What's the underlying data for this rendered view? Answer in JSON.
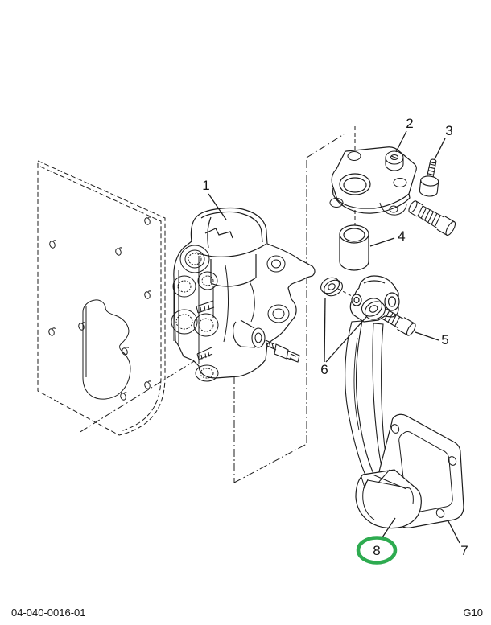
{
  "page": {
    "background": "#ffffff",
    "line_color": "#1c1c1c"
  },
  "footer": {
    "part_number": "04-040-0016-01",
    "page_code": "G10"
  },
  "diagram": {
    "kind": "exploded-parts-line-drawing",
    "highlight": {
      "color": "#2EAB50",
      "item": "8"
    },
    "callouts": [
      {
        "label": "1",
        "highlighted": false
      },
      {
        "label": "2",
        "highlighted": false
      },
      {
        "label": "3",
        "highlighted": false
      },
      {
        "label": "4",
        "highlighted": false
      },
      {
        "label": "5",
        "highlighted": false
      },
      {
        "label": "6",
        "highlighted": false
      },
      {
        "label": "7",
        "highlighted": false
      },
      {
        "label": "8",
        "highlighted": true
      }
    ]
  }
}
